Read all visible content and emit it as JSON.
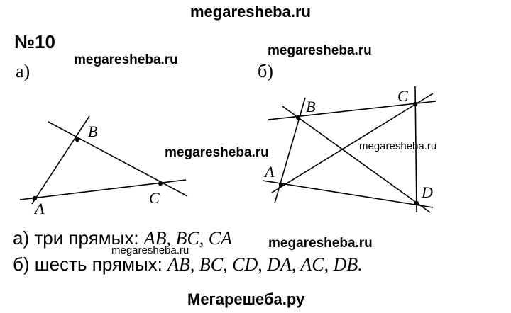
{
  "watermarks": {
    "top": "megaresheba.ru",
    "left": "megaresheba.ru",
    "right": "megaresheba.ru",
    "center": "megaresheba.ru",
    "center_small": "megaresheba.ru",
    "answer_overlap": "megaresheba.ru",
    "answer_small": "megaresheba.ru"
  },
  "problem_number": "№10",
  "part_a_label": "а)",
  "part_b_label": "б)",
  "figure_a": {
    "points": [
      "A",
      "B",
      "C"
    ]
  },
  "figure_b": {
    "points": [
      "A",
      "B",
      "C",
      "D"
    ]
  },
  "answers": {
    "a_prefix": "а) три прямых: ",
    "a_lines": "AB, BC, CA",
    "b_prefix": "б) шесть прямых: ",
    "b_lines": "AB, BC, CD, DA, AC, DB."
  },
  "footer": "Мегарешеба.ру"
}
